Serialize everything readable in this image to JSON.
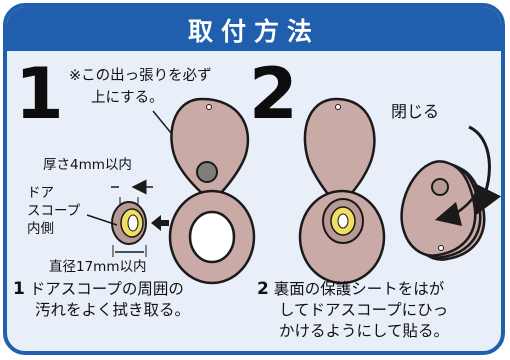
{
  "header": {
    "title": "取付方法"
  },
  "step1": {
    "number": "1",
    "note_line1": "※この出っ張りを必ず",
    "note_line2": "上にする。",
    "thickness_label": "厚さ4mm以内",
    "door_label_line1": "ドア",
    "door_label_line2": "スコープ",
    "door_label_line3": "内側",
    "diameter_label": "直径17mm以内",
    "instruction_number": "1",
    "instruction_line1": "ドアスコープの周囲の",
    "instruction_line2": "汚れをよく拭き取る。"
  },
  "step2": {
    "number": "2",
    "close_label": "閉じる",
    "instruction_number": "2",
    "instruction_line1": "裏面の保護シートをはが",
    "instruction_line2": "してドアスコープにひっ",
    "instruction_line3": "かけるようにして貼る。"
  },
  "colors": {
    "frame_blue": "#1f5fae",
    "background": "#e9eff8",
    "cover_fill": "#c9aaa6",
    "outline": "#1a1a1a",
    "lens_yellow": "#f1df63"
  }
}
